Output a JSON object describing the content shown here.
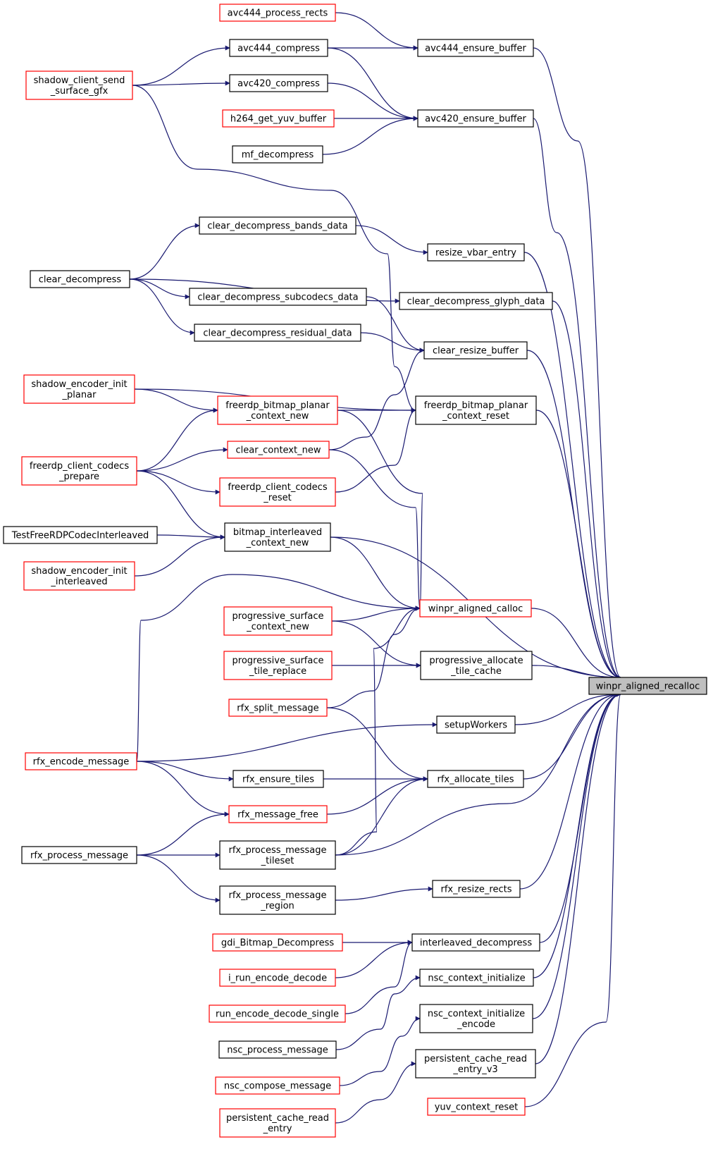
{
  "colors": {
    "edge": "#191970",
    "node_border_default": "#000000",
    "node_border_truncated": "#ff0000",
    "node_fill_default": "#ffffff",
    "node_fill_focus": "#bfbfbf"
  },
  "nodes": {
    "avc444_process_rects": {
      "lines": [
        "avc444_process_rects"
      ],
      "style": "truncated"
    },
    "avc444_compress": {
      "lines": [
        "avc444_compress"
      ],
      "style": "default"
    },
    "shadow_client_send_surface_gfx": {
      "lines": [
        "shadow_client_send",
        "_surface_gfx"
      ],
      "style": "truncated"
    },
    "avc420_compress": {
      "lines": [
        "avc420_compress"
      ],
      "style": "default"
    },
    "h264_get_yuv_buffer": {
      "lines": [
        "h264_get_yuv_buffer"
      ],
      "style": "truncated"
    },
    "mf_decompress": {
      "lines": [
        "mf_decompress"
      ],
      "style": "default"
    },
    "avc444_ensure_buffer": {
      "lines": [
        "avc444_ensure_buffer"
      ],
      "style": "default"
    },
    "avc420_ensure_buffer": {
      "lines": [
        "avc420_ensure_buffer"
      ],
      "style": "default"
    },
    "clear_decompress_bands_data": {
      "lines": [
        "clear_decompress_bands_data"
      ],
      "style": "default"
    },
    "clear_decompress": {
      "lines": [
        "clear_decompress"
      ],
      "style": "default"
    },
    "clear_decompress_subcodecs_data": {
      "lines": [
        "clear_decompress_subcodecs_data"
      ],
      "style": "default"
    },
    "clear_decompress_residual_data": {
      "lines": [
        "clear_decompress_residual_data"
      ],
      "style": "default"
    },
    "resize_vbar_entry": {
      "lines": [
        "resize_vbar_entry"
      ],
      "style": "default"
    },
    "clear_decompress_glyph_data": {
      "lines": [
        "clear_decompress_glyph_data"
      ],
      "style": "default"
    },
    "clear_resize_buffer": {
      "lines": [
        "clear_resize_buffer"
      ],
      "style": "default"
    },
    "shadow_encoder_init_planar": {
      "lines": [
        "shadow_encoder_init",
        "_planar"
      ],
      "style": "truncated"
    },
    "freerdp_bitmap_planar_context_new": {
      "lines": [
        "freerdp_bitmap_planar",
        "_context_new"
      ],
      "style": "truncated"
    },
    "freerdp_bitmap_planar_context_reset": {
      "lines": [
        "freerdp_bitmap_planar",
        "_context_reset"
      ],
      "style": "default"
    },
    "freerdp_client_codecs_prepare": {
      "lines": [
        "freerdp_client_codecs",
        "_prepare"
      ],
      "style": "truncated"
    },
    "clear_context_new": {
      "lines": [
        "clear_context_new"
      ],
      "style": "truncated"
    },
    "freerdp_client_codecs_reset": {
      "lines": [
        "freerdp_client_codecs",
        "_reset"
      ],
      "style": "truncated"
    },
    "TestFreeRDPCodecInterleaved": {
      "lines": [
        "TestFreeRDPCodecInterleaved"
      ],
      "style": "default"
    },
    "bitmap_interleaved_context_new": {
      "lines": [
        "bitmap_interleaved",
        "_context_new"
      ],
      "style": "default"
    },
    "shadow_encoder_init_interleaved": {
      "lines": [
        "shadow_encoder_init",
        "_interleaved"
      ],
      "style": "truncated"
    },
    "winpr_aligned_calloc": {
      "lines": [
        "winpr_aligned_calloc"
      ],
      "style": "truncated"
    },
    "progressive_surface_context_new": {
      "lines": [
        "progressive_surface",
        "_context_new"
      ],
      "style": "truncated"
    },
    "progressive_surface_tile_replace": {
      "lines": [
        "progressive_surface",
        "_tile_replace"
      ],
      "style": "truncated"
    },
    "progressive_allocate_tile_cache": {
      "lines": [
        "progressive_allocate",
        "_tile_cache"
      ],
      "style": "default"
    },
    "winpr_aligned_recalloc": {
      "lines": [
        "winpr_aligned_recalloc"
      ],
      "style": "focus"
    },
    "rfx_split_message": {
      "lines": [
        "rfx_split_message"
      ],
      "style": "truncated"
    },
    "setupWorkers": {
      "lines": [
        "setupWorkers"
      ],
      "style": "default"
    },
    "rfx_encode_message": {
      "lines": [
        "rfx_encode_message"
      ],
      "style": "truncated"
    },
    "rfx_ensure_tiles": {
      "lines": [
        "rfx_ensure_tiles"
      ],
      "style": "default"
    },
    "rfx_allocate_tiles": {
      "lines": [
        "rfx_allocate_tiles"
      ],
      "style": "default"
    },
    "rfx_message_free": {
      "lines": [
        "rfx_message_free"
      ],
      "style": "truncated"
    },
    "rfx_process_message": {
      "lines": [
        "rfx_process_message"
      ],
      "style": "default"
    },
    "rfx_process_message_tileset": {
      "lines": [
        "rfx_process_message",
        "_tileset"
      ],
      "style": "default"
    },
    "rfx_resize_rects": {
      "lines": [
        "rfx_resize_rects"
      ],
      "style": "default"
    },
    "rfx_process_message_region": {
      "lines": [
        "rfx_process_message",
        "_region"
      ],
      "style": "default"
    },
    "gdi_Bitmap_Decompress": {
      "lines": [
        "gdi_Bitmap_Decompress"
      ],
      "style": "truncated"
    },
    "interleaved_decompress": {
      "lines": [
        "interleaved_decompress"
      ],
      "style": "default"
    },
    "i_run_encode_decode": {
      "lines": [
        "i_run_encode_decode"
      ],
      "style": "truncated"
    },
    "nsc_context_initialize": {
      "lines": [
        "nsc_context_initialize"
      ],
      "style": "default"
    },
    "run_encode_decode_single": {
      "lines": [
        "run_encode_decode_single"
      ],
      "style": "truncated"
    },
    "nsc_context_initialize_encode": {
      "lines": [
        "nsc_context_initialize",
        "_encode"
      ],
      "style": "default"
    },
    "nsc_process_message": {
      "lines": [
        "nsc_process_message"
      ],
      "style": "default"
    },
    "persistent_cache_read_entry_v3": {
      "lines": [
        "persistent_cache_read",
        "_entry_v3"
      ],
      "style": "default"
    },
    "nsc_compose_message": {
      "lines": [
        "nsc_compose_message"
      ],
      "style": "truncated"
    },
    "yuv_context_reset": {
      "lines": [
        "yuv_context_reset"
      ],
      "style": "truncated"
    },
    "persistent_cache_read_entry": {
      "lines": [
        "persistent_cache_read",
        "_entry"
      ],
      "style": "truncated"
    }
  },
  "edges": [
    {
      "from": "avc444_process_rects",
      "to": "avc444_ensure_buffer"
    },
    {
      "from": "avc444_compress",
      "to": "avc444_ensure_buffer"
    },
    {
      "from": "avc444_compress",
      "to": "avc420_ensure_buffer"
    },
    {
      "from": "shadow_client_send_surface_gfx",
      "to": "avc444_compress"
    },
    {
      "from": "shadow_client_send_surface_gfx",
      "to": "avc420_compress"
    },
    {
      "from": "shadow_client_send_surface_gfx",
      "to": "freerdp_bitmap_planar_context_reset"
    },
    {
      "from": "avc420_compress",
      "to": "avc420_ensure_buffer"
    },
    {
      "from": "h264_get_yuv_buffer",
      "to": "avc420_ensure_buffer"
    },
    {
      "from": "mf_decompress",
      "to": "avc420_ensure_buffer"
    },
    {
      "from": "avc444_ensure_buffer",
      "to": "winpr_aligned_recalloc"
    },
    {
      "from": "avc420_ensure_buffer",
      "to": "winpr_aligned_recalloc"
    },
    {
      "from": "clear_decompress",
      "to": "clear_decompress_bands_data"
    },
    {
      "from": "clear_decompress",
      "to": "clear_decompress_subcodecs_data"
    },
    {
      "from": "clear_decompress",
      "to": "clear_decompress_residual_data"
    },
    {
      "from": "clear_decompress",
      "to": "clear_decompress_glyph_data"
    },
    {
      "from": "clear_decompress_bands_data",
      "to": "resize_vbar_entry"
    },
    {
      "from": "clear_decompress_subcodecs_data",
      "to": "clear_resize_buffer"
    },
    {
      "from": "clear_decompress_residual_data",
      "to": "clear_resize_buffer"
    },
    {
      "from": "resize_vbar_entry",
      "to": "winpr_aligned_recalloc"
    },
    {
      "from": "clear_decompress_glyph_data",
      "to": "winpr_aligned_recalloc"
    },
    {
      "from": "clear_resize_buffer",
      "to": "winpr_aligned_recalloc"
    },
    {
      "from": "shadow_encoder_init_planar",
      "to": "freerdp_bitmap_planar_context_new"
    },
    {
      "from": "shadow_encoder_init_planar",
      "to": "freerdp_bitmap_planar_context_reset"
    },
    {
      "from": "freerdp_bitmap_planar_context_new",
      "to": "freerdp_bitmap_planar_context_reset"
    },
    {
      "from": "freerdp_bitmap_planar_context_new",
      "to": "winpr_aligned_calloc"
    },
    {
      "from": "freerdp_bitmap_planar_context_reset",
      "to": "winpr_aligned_recalloc"
    },
    {
      "from": "freerdp_client_codecs_prepare",
      "to": "freerdp_bitmap_planar_context_new"
    },
    {
      "from": "freerdp_client_codecs_prepare",
      "to": "clear_context_new"
    },
    {
      "from": "freerdp_client_codecs_prepare",
      "to": "freerdp_client_codecs_reset"
    },
    {
      "from": "freerdp_client_codecs_prepare",
      "to": "bitmap_interleaved_context_new"
    },
    {
      "from": "clear_context_new",
      "to": "clear_resize_buffer"
    },
    {
      "from": "clear_context_new",
      "to": "winpr_aligned_calloc"
    },
    {
      "from": "freerdp_client_codecs_reset",
      "to": "freerdp_bitmap_planar_context_reset"
    },
    {
      "from": "TestFreeRDPCodecInterleaved",
      "to": "bitmap_interleaved_context_new"
    },
    {
      "from": "shadow_encoder_init_interleaved",
      "to": "bitmap_interleaved_context_new"
    },
    {
      "from": "bitmap_interleaved_context_new",
      "to": "winpr_aligned_calloc"
    },
    {
      "from": "bitmap_interleaved_context_new",
      "to": "winpr_aligned_recalloc"
    },
    {
      "from": "rfx_encode_message",
      "to": "winpr_aligned_calloc"
    },
    {
      "from": "progressive_surface_context_new",
      "to": "winpr_aligned_calloc"
    },
    {
      "from": "progressive_surface_context_new",
      "to": "progressive_allocate_tile_cache"
    },
    {
      "from": "progressive_surface_tile_replace",
      "to": "progressive_allocate_tile_cache"
    },
    {
      "from": "rfx_split_message",
      "to": "winpr_aligned_calloc"
    },
    {
      "from": "rfx_split_message",
      "to": "rfx_allocate_tiles"
    },
    {
      "from": "rfx_process_message_tileset",
      "to": "winpr_aligned_calloc"
    },
    {
      "from": "winpr_aligned_calloc",
      "to": "winpr_aligned_recalloc"
    },
    {
      "from": "progressive_allocate_tile_cache",
      "to": "winpr_aligned_recalloc"
    },
    {
      "from": "setupWorkers",
      "to": "winpr_aligned_recalloc"
    },
    {
      "from": "rfx_encode_message",
      "to": "setupWorkers"
    },
    {
      "from": "rfx_encode_message",
      "to": "rfx_ensure_tiles"
    },
    {
      "from": "rfx_encode_message",
      "to": "rfx_message_free"
    },
    {
      "from": "rfx_ensure_tiles",
      "to": "rfx_allocate_tiles"
    },
    {
      "from": "rfx_message_free",
      "to": "rfx_allocate_tiles"
    },
    {
      "from": "rfx_process_message_tileset",
      "to": "rfx_allocate_tiles"
    },
    {
      "from": "rfx_allocate_tiles",
      "to": "winpr_aligned_recalloc"
    },
    {
      "from": "rfx_process_message",
      "to": "rfx_message_free"
    },
    {
      "from": "rfx_process_message",
      "to": "rfx_process_message_tileset"
    },
    {
      "from": "rfx_process_message",
      "to": "rfx_process_message_region"
    },
    {
      "from": "rfx_process_message_tileset",
      "to": "winpr_aligned_recalloc"
    },
    {
      "from": "rfx_process_message_region",
      "to": "rfx_resize_rects"
    },
    {
      "from": "rfx_resize_rects",
      "to": "winpr_aligned_recalloc"
    },
    {
      "from": "gdi_Bitmap_Decompress",
      "to": "interleaved_decompress"
    },
    {
      "from": "i_run_encode_decode",
      "to": "interleaved_decompress"
    },
    {
      "from": "run_encode_decode_single",
      "to": "interleaved_decompress"
    },
    {
      "from": "interleaved_decompress",
      "to": "winpr_aligned_recalloc"
    },
    {
      "from": "nsc_process_message",
      "to": "nsc_context_initialize"
    },
    {
      "from": "nsc_context_initialize",
      "to": "winpr_aligned_recalloc"
    },
    {
      "from": "nsc_compose_message",
      "to": "nsc_context_initialize_encode"
    },
    {
      "from": "nsc_context_initialize_encode",
      "to": "winpr_aligned_recalloc"
    },
    {
      "from": "persistent_cache_read_entry",
      "to": "persistent_cache_read_entry_v3"
    },
    {
      "from": "persistent_cache_read_entry_v3",
      "to": "winpr_aligned_recalloc"
    },
    {
      "from": "yuv_context_reset",
      "to": "winpr_aligned_recalloc"
    }
  ]
}
